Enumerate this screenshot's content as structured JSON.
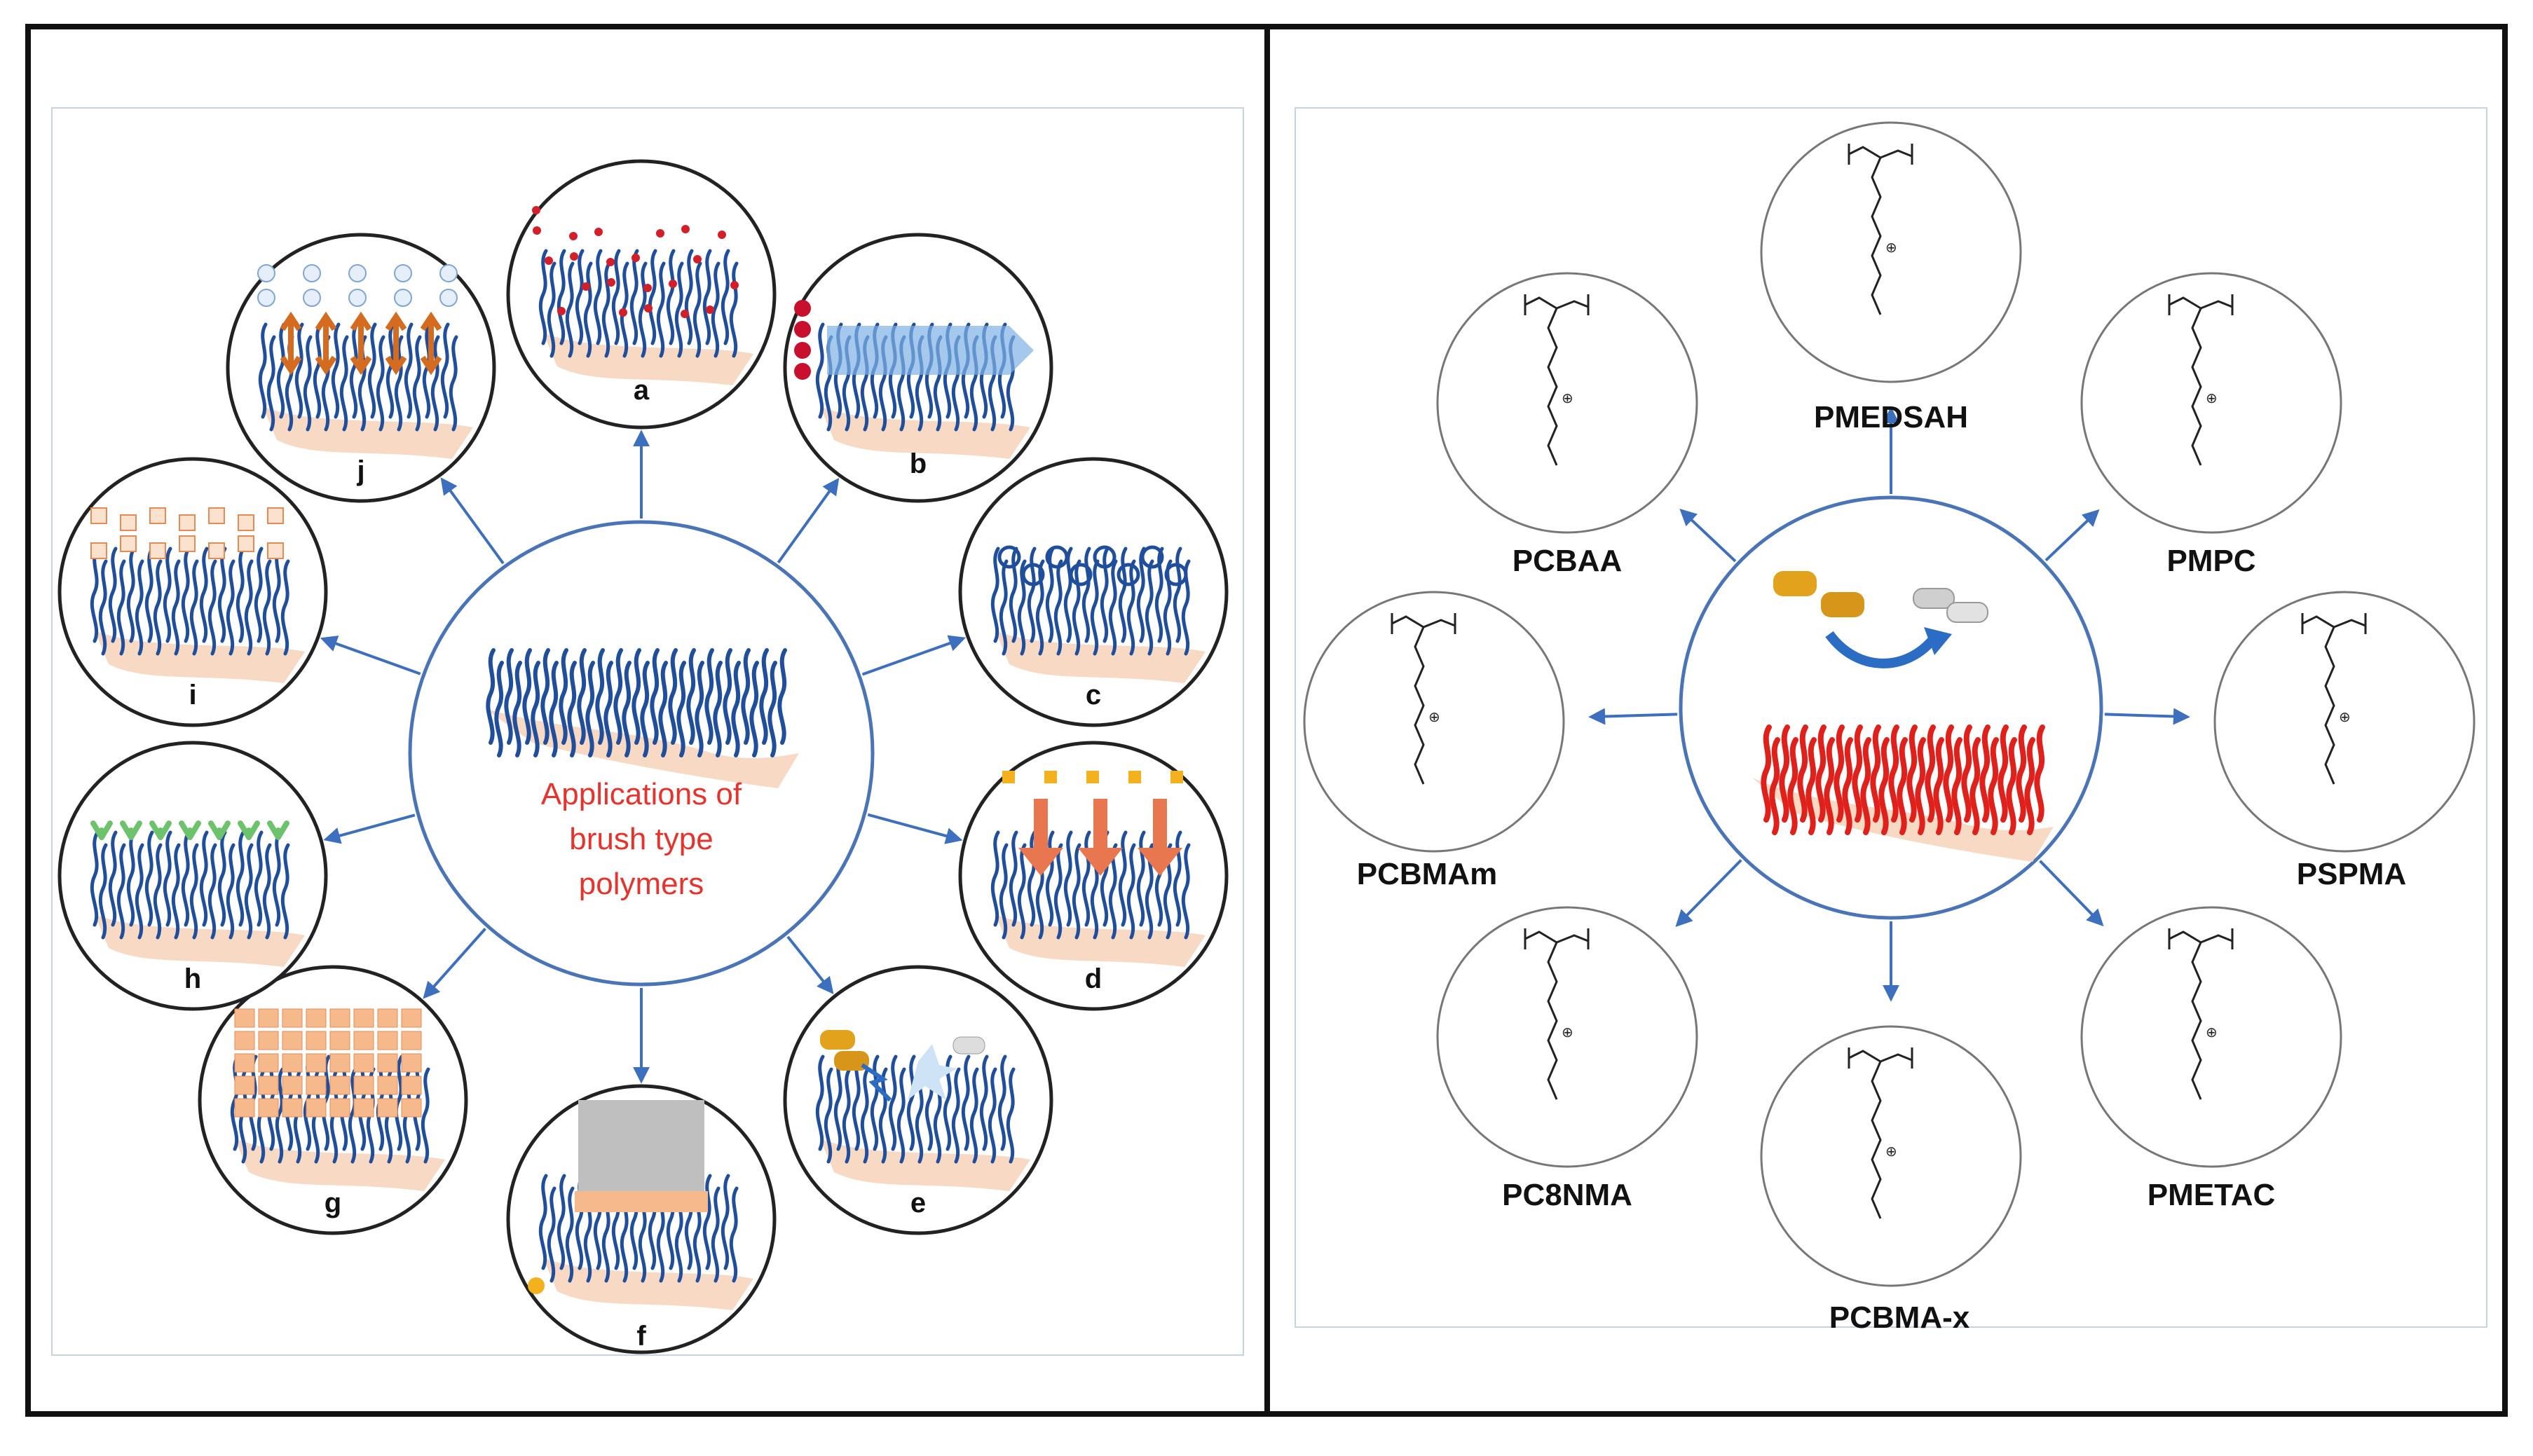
{
  "left_panel": {
    "center_title_lines": [
      "Applications of",
      "brush type",
      "polymers"
    ],
    "panels": [
      {
        "label": "a"
      },
      {
        "label": "b"
      },
      {
        "label": "c"
      },
      {
        "label": "d"
      },
      {
        "label": "e"
      },
      {
        "label": "f"
      },
      {
        "label": "g"
      },
      {
        "label": "h"
      },
      {
        "label": "i"
      },
      {
        "label": "j"
      }
    ]
  },
  "right_panel": {
    "polymers": [
      {
        "name": "PMEDSAH"
      },
      {
        "name": "PMPC"
      },
      {
        "name": "PSPMA"
      },
      {
        "name": "PMETAC"
      },
      {
        "name": "PCBMA-x"
      },
      {
        "name": "PC8NMA"
      },
      {
        "name": "PCBMAm"
      },
      {
        "name": "PCBAA"
      }
    ]
  },
  "colors": {
    "brush_blue": "#1f4e9c",
    "brush_red": "#e0201b",
    "arrow_blue": "#3d6fbf",
    "title_red": "#e8332d",
    "substrate": "#f7d9c4",
    "frame": "#111111"
  }
}
